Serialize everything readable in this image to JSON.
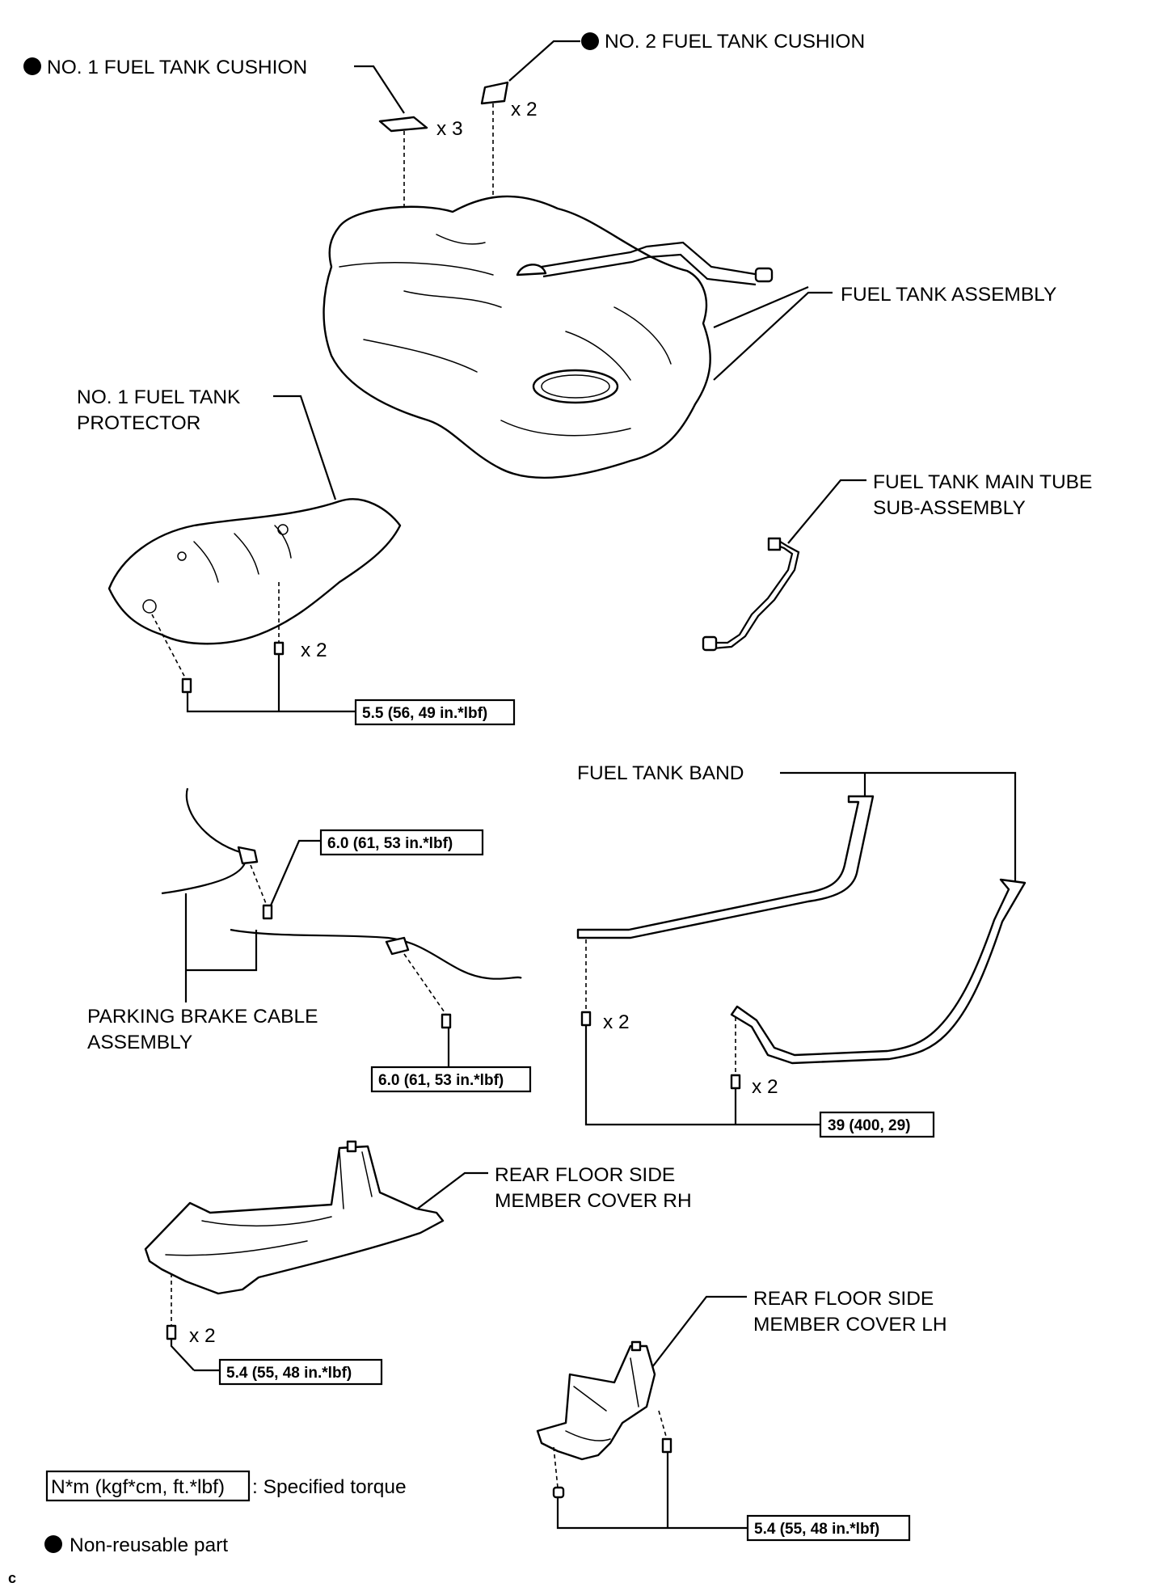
{
  "labels": {
    "no1_cushion": "NO. 1 FUEL TANK CUSHION",
    "no2_cushion": "NO. 2 FUEL TANK CUSHION",
    "x3": "x 3",
    "x2": "x 2",
    "fuel_tank_assembly": "FUEL TANK ASSEMBLY",
    "protector_line1": "NO. 1 FUEL TANK",
    "protector_line2": "PROTECTOR",
    "main_tube_line1": "FUEL TANK MAIN TUBE",
    "main_tube_line2": "SUB-ASSEMBLY",
    "fuel_tank_band": "FUEL TANK BAND",
    "parking_brake_line1": "PARKING BRAKE CABLE",
    "parking_brake_line2": "ASSEMBLY",
    "rh_cover_line1": "REAR FLOOR SIDE",
    "rh_cover_line2": "MEMBER COVER RH",
    "lh_cover_line1": "REAR FLOOR SIDE",
    "lh_cover_line2": "MEMBER COVER LH"
  },
  "torques": {
    "protector": "5.5 (56, 49 in.*lbf)",
    "brake_upper": "6.0 (61, 53 in.*lbf)",
    "brake_lower": "6.0 (61, 53 in.*lbf)",
    "band": "39 (400, 29)",
    "rh_cover": "5.4 (55, 48 in.*lbf)",
    "lh_cover": "5.4 (55, 48 in.*lbf)"
  },
  "legend": {
    "torque_box": "N*m (kgf*cm, ft.*lbf)",
    "torque_desc": ": Specified torque",
    "nonreusable": "Non-reusable part"
  },
  "corner_mark": "c"
}
